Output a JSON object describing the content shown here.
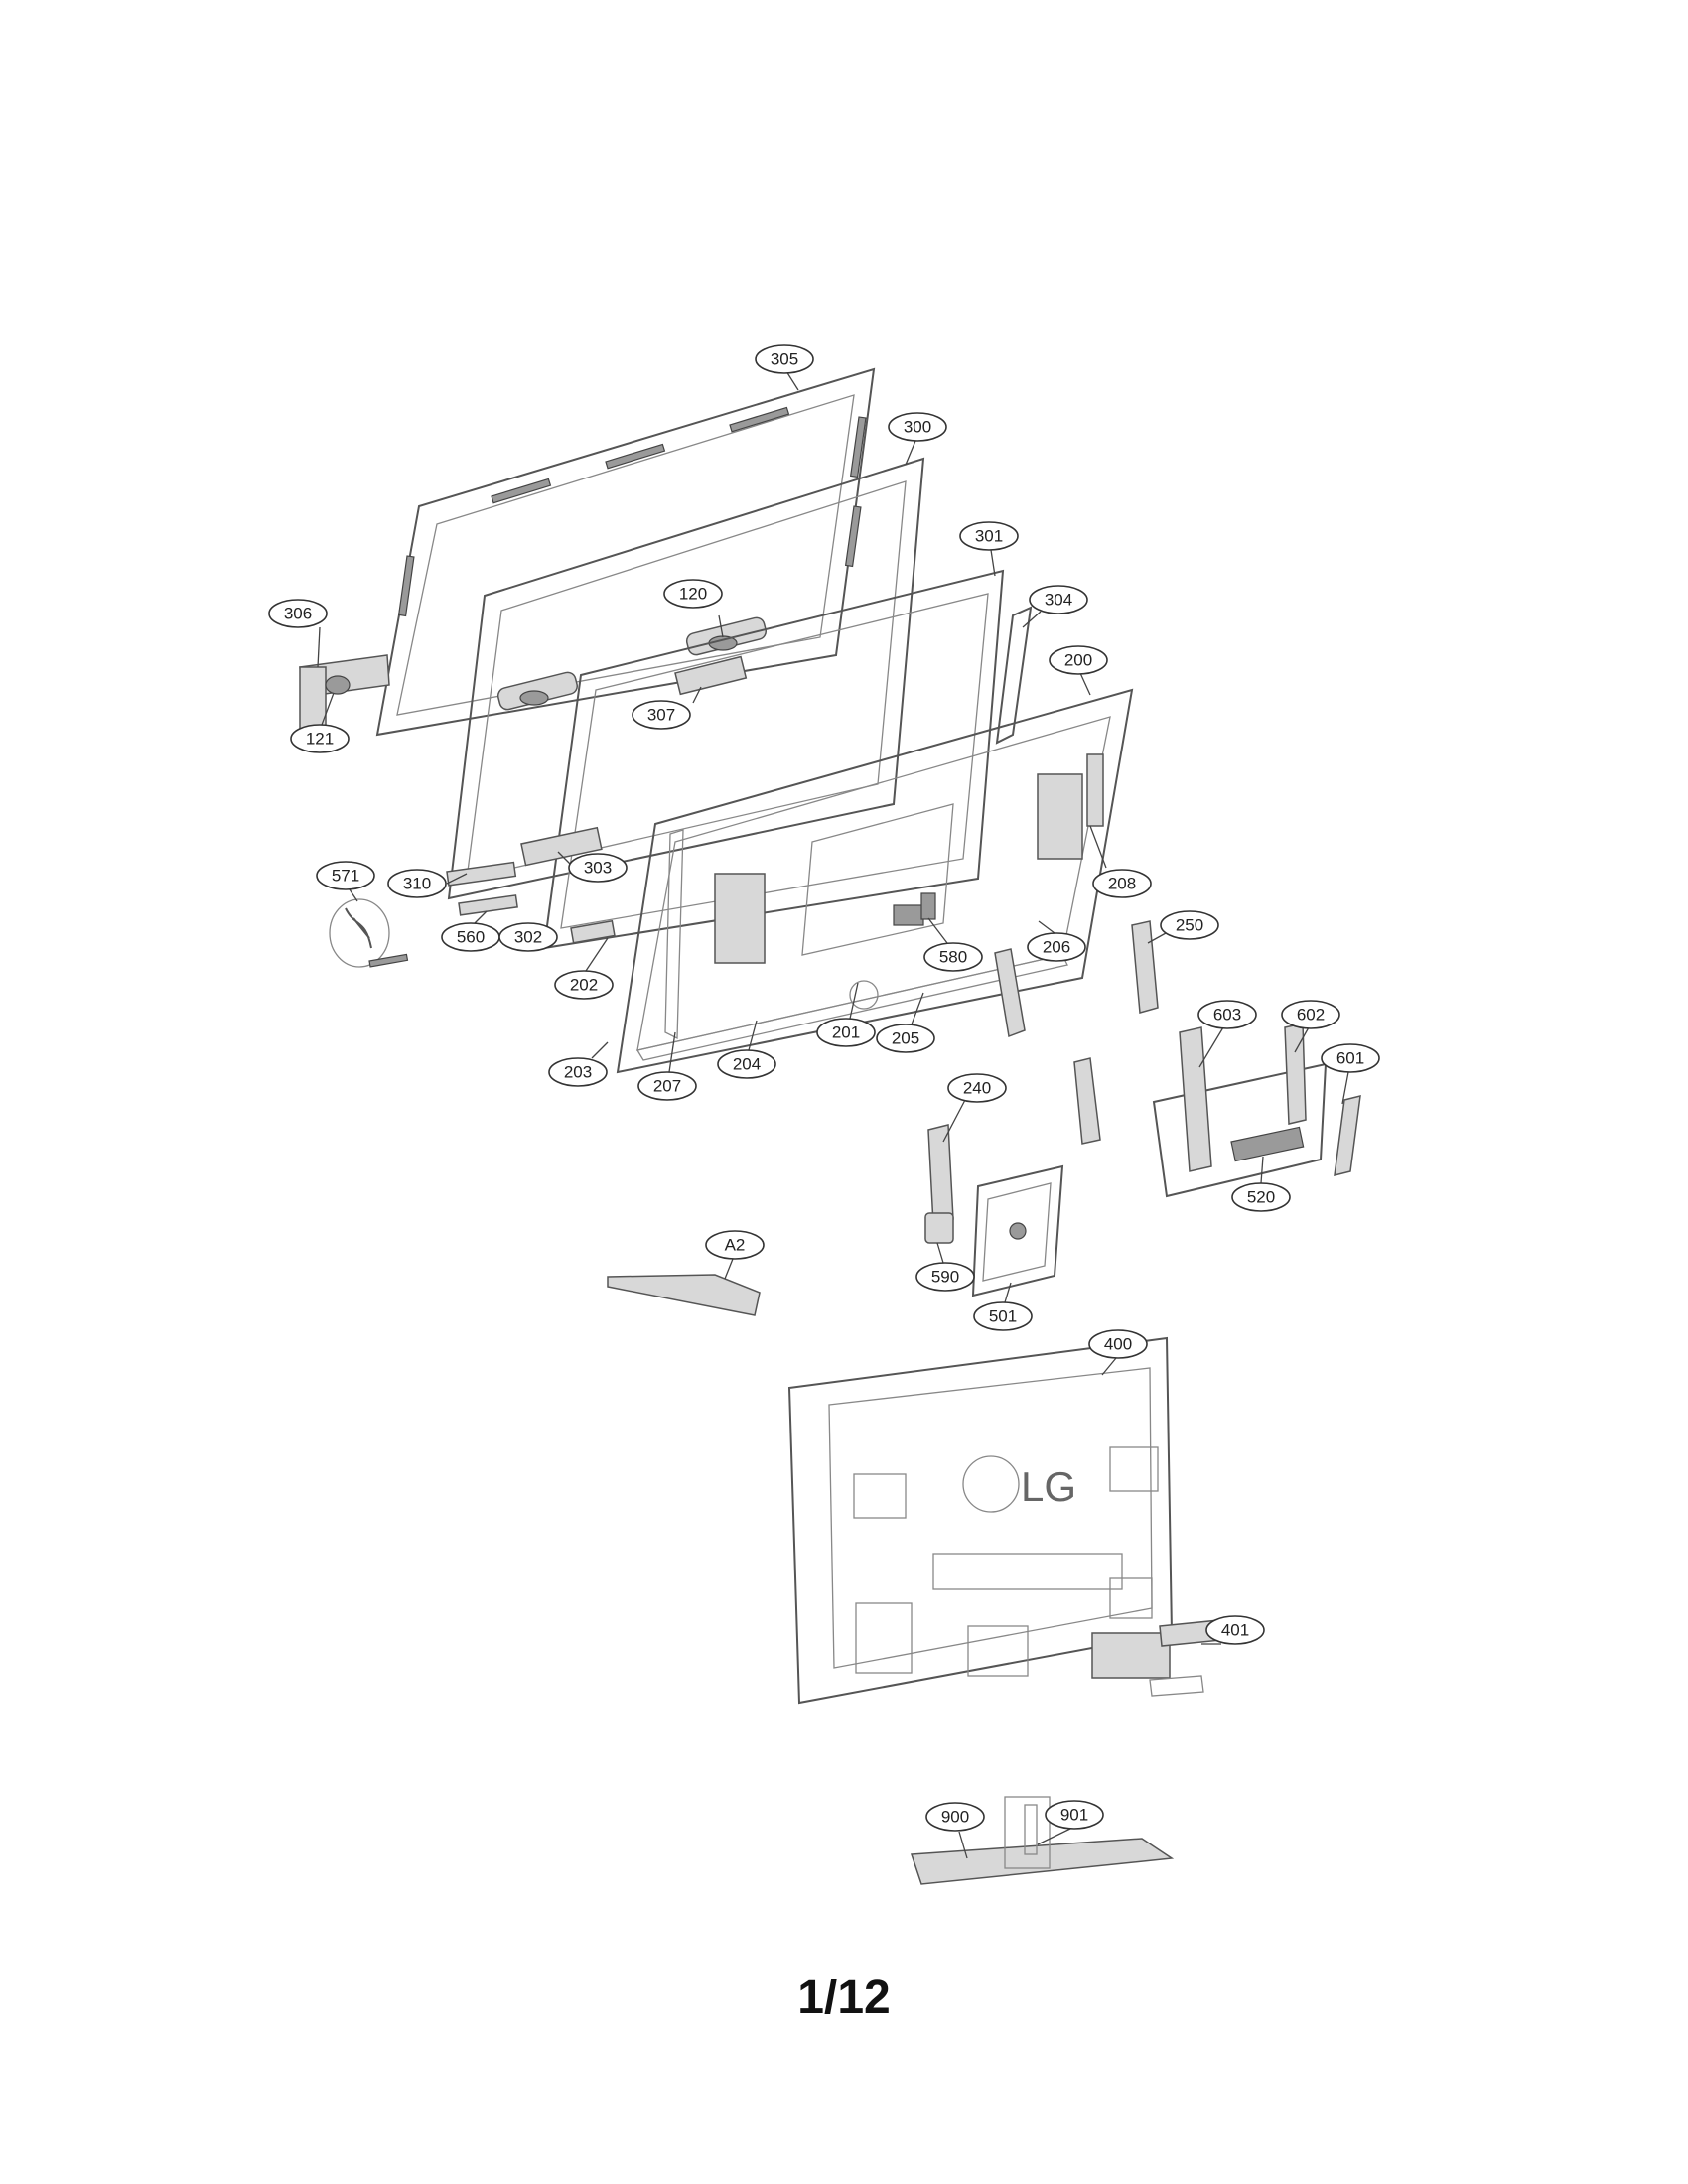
{
  "page_number": "1/12",
  "brand_logo": "LG",
  "part_labels": [
    "305",
    "300",
    "301",
    "304",
    "306",
    "120",
    "200",
    "121",
    "307",
    "303",
    "571",
    "310",
    "208",
    "250",
    "560",
    "302",
    "202",
    "580",
    "206",
    "201",
    "205",
    "603",
    "602",
    "601",
    "203",
    "207",
    "204",
    "240",
    "520",
    "A2",
    "590",
    "501",
    "400",
    "401",
    "900",
    "901"
  ]
}
